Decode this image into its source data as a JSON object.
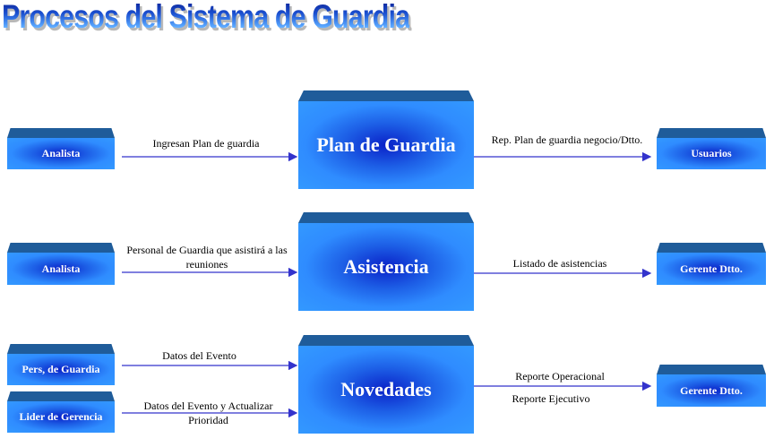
{
  "title": "Procesos del Sistema de Guardia",
  "processes": [
    {
      "name": "Plan de Guardia"
    },
    {
      "name": "Asistencia"
    },
    {
      "name": "Novedades"
    }
  ],
  "actors": {
    "analista1": "Analista",
    "usuarios": "Usuarios",
    "analista2": "Analista",
    "gerente2": "Gerente Dtto.",
    "pers": "Pers, de Guardia",
    "lider": "Lider de Gerencia",
    "gerente3": "Gerente Dtto."
  },
  "flows": {
    "f1": "Ingresan Plan de guardia",
    "f2": "Rep.  Plan de guardia negocio/Dtto.",
    "f3": "Personal de Guardia que asistirá a las reuniones",
    "f4": "Listado de asistencias",
    "f5": "Datos del Evento",
    "f6": "Datos del Evento y Actualizar Prioridad",
    "f7a": "Reporte Operacional",
    "f7b": "Reporte Ejecutivo"
  },
  "colors": {
    "arrow": "#3333cc",
    "box": "#3399ff",
    "box_top": "#1f5c9a"
  }
}
